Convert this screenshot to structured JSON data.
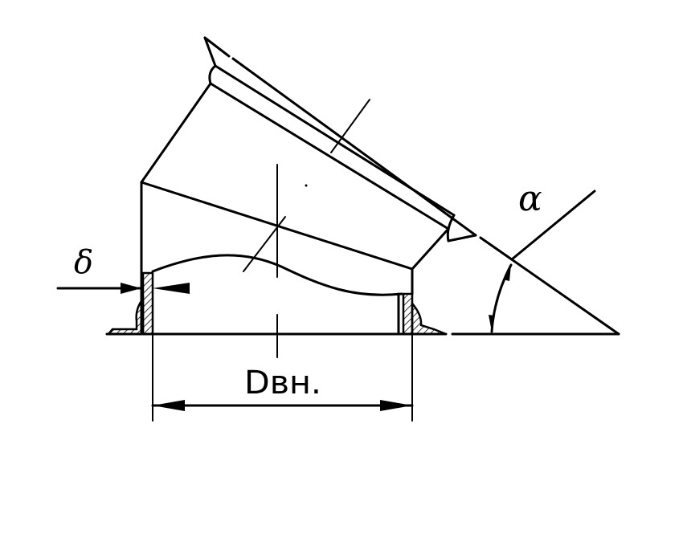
{
  "labels": {
    "thickness": "δ",
    "angle": "α",
    "inner_diameter": "Dвн."
  },
  "colors": {
    "stroke": "#000000",
    "background": "#ffffff"
  }
}
